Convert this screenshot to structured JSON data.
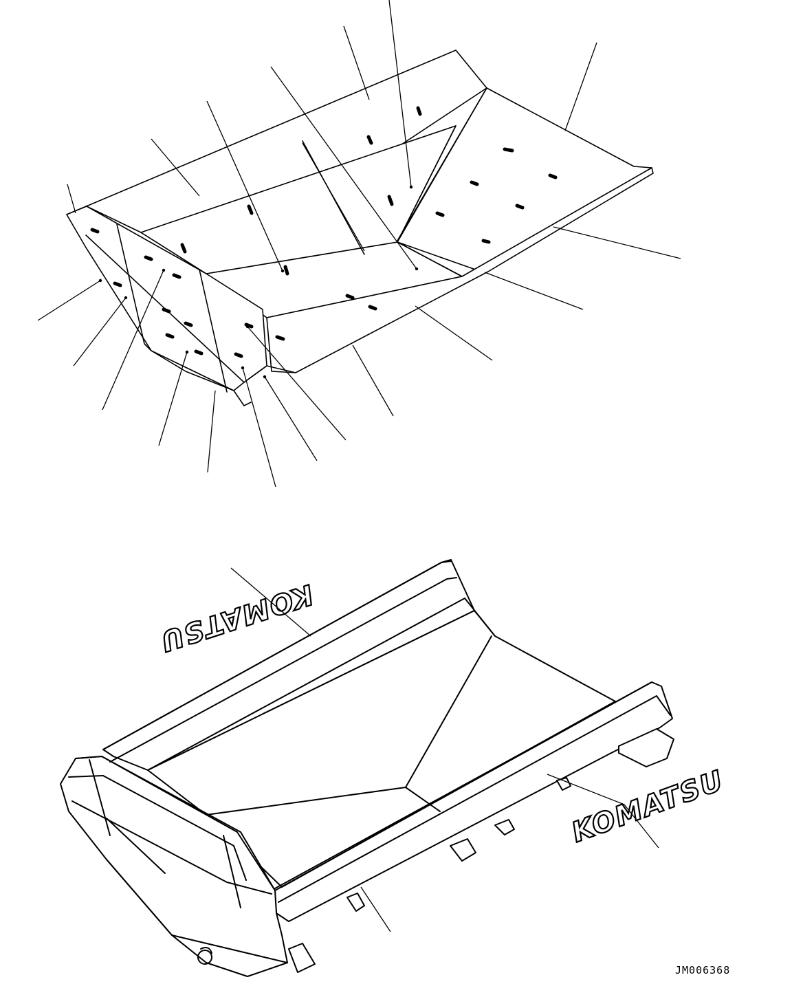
{
  "drawing": {
    "reference_code": "JM006368",
    "logo_decal_top": "KOMATSU",
    "logo_decal_bottom": "KOMATSU",
    "line_color": "#000000",
    "background_color": "#ffffff"
  },
  "views": [
    {
      "name": "liner-plates-exploded-view",
      "callout_count": 20
    },
    {
      "name": "dump-body-assembly-view",
      "callout_count": 4
    }
  ]
}
